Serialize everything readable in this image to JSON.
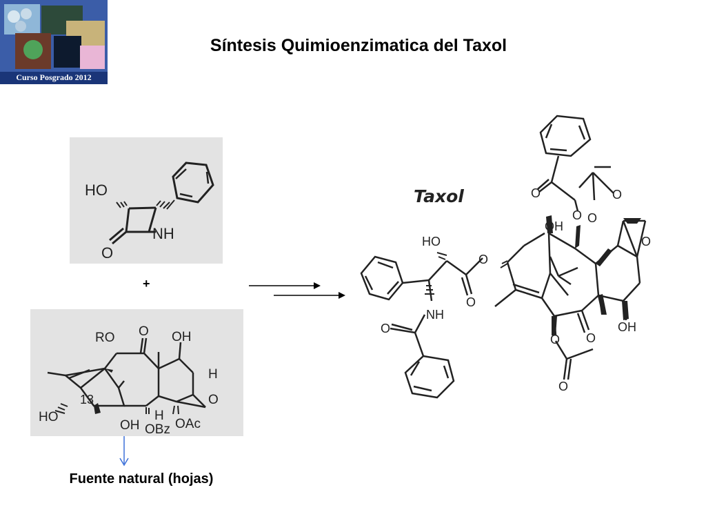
{
  "header": {
    "logo_text": "Curso Posgrado 2012",
    "title": "Síntesis Quimioenzimatica del Taxol"
  },
  "reactant_lactam": {
    "atoms": {
      "ho": "HO",
      "nh": "NH",
      "o": "O"
    }
  },
  "reactant_baccatin": {
    "atoms": {
      "ro": "RO",
      "o_top": "O",
      "oh_top": "OH",
      "h_right": "H",
      "o_ring": "O",
      "pos13": "13",
      "ho_left": "HO",
      "oh_bottom": "OH",
      "h_bottom": "H",
      "obz": "OBz",
      "oac": "OAc"
    }
  },
  "operators": {
    "plus": "+"
  },
  "source_caption": "Fuente natural (hojas)",
  "product": {
    "name": "Taxol",
    "atoms": {
      "o_bz_carbonyl": "O",
      "o_bz_ester": "O",
      "o_ac_carbonyl": "O",
      "o_ac_ester": "O",
      "oh_top": "OH",
      "o_oxetane": "O",
      "ho_side": "HO",
      "o_side_ester": "O",
      "o_side_carbonyl": "O",
      "nh": "NH",
      "o_amide": "O",
      "oh_right": "OH",
      "o_c9": "O",
      "o_c10": "O",
      "o_c10ac": "O"
    }
  },
  "colors": {
    "logo_bg": "#1f3f8a",
    "panel_bg": "#e3e3e3",
    "down_arrow": "#3a6fd8"
  }
}
